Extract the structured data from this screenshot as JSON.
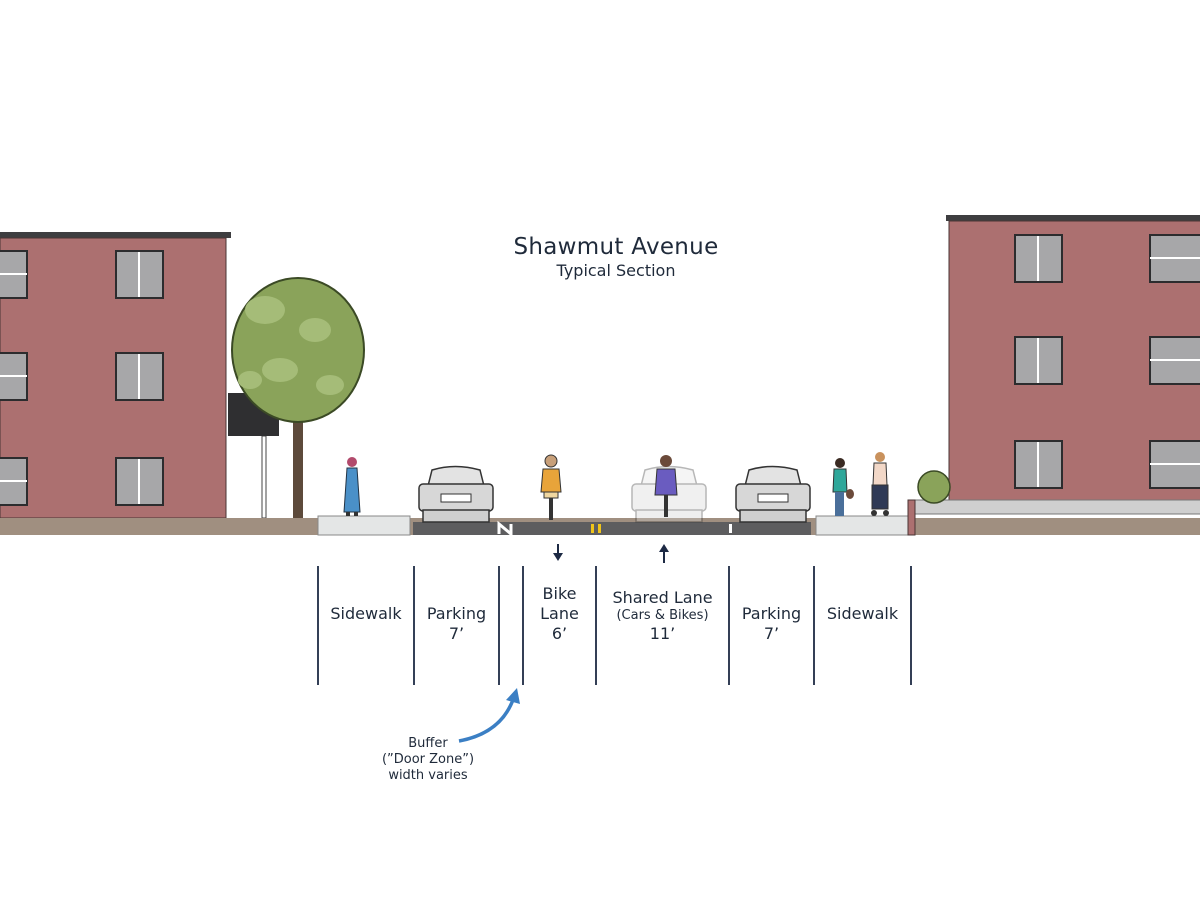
{
  "title": "Shawmut Avenue",
  "subtitle": "Typical Section",
  "zones": [
    {
      "id": "sidewalk-left",
      "name": "Sidewalk",
      "width": ""
    },
    {
      "id": "parking-left",
      "name": "Parking",
      "width": "7’"
    },
    {
      "id": "bike-lane",
      "name": "Bike Lane",
      "line1": "Bike",
      "line2": "Lane",
      "width": "6’"
    },
    {
      "id": "shared-lane",
      "name": "Shared Lane",
      "note": "(Cars & Bikes)",
      "width": "11’"
    },
    {
      "id": "parking-right",
      "name": "Parking",
      "width": "7’"
    },
    {
      "id": "sidewalk-right",
      "name": "Sidewalk",
      "width": ""
    }
  ],
  "buffer": {
    "line1": "Buffer",
    "line2": "(”Door Zone”)",
    "line3": "width varies"
  },
  "colors": {
    "building": "#ac7070",
    "window_frame": "#ffffff",
    "window_glass": "#a7a7a9",
    "roof": "#3e3e40",
    "ground": "#a08f80",
    "sidewalk": "#e4e6e6",
    "road": "#5d5d5f",
    "tree_canopy": "#8aa35a",
    "divider": "#1d2a44",
    "buffer_arrow": "#3b7fc4",
    "center_line": "#f0c419"
  }
}
